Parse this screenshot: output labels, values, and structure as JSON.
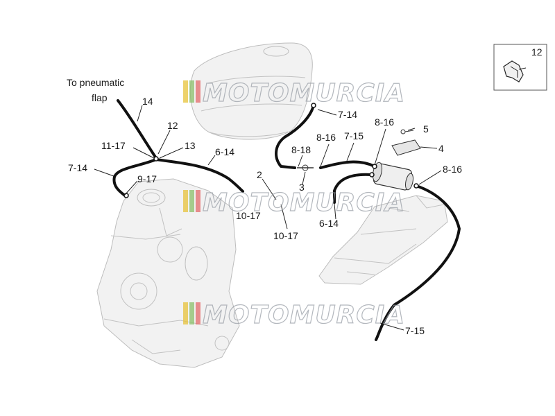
{
  "labels": {
    "pneumatic_line1": "To pneumatic",
    "pneumatic_line2": "flap",
    "l14": "14",
    "l12a": "12",
    "l11_17": "11-17",
    "l13": "13",
    "l7_14_left": "7-14",
    "l9_17": "9-17",
    "l6_14_top": "6-14",
    "l7_14_top": "7-14",
    "l8_16_a": "8-16",
    "l7_15_top": "7-15",
    "l8_16_b": "8-16",
    "l8_18": "8-18",
    "l5": "5",
    "l4": "4",
    "l2": "2",
    "l3": "3",
    "l8_16_c": "8-16",
    "l10_17_a": "10-17",
    "l10_17_b": "10-17",
    "l6_14_mid": "6-14",
    "l7_15_bottom": "7-15",
    "inset_number": "12"
  },
  "watermark": {
    "text": "MOTOMURCIA",
    "colors": [
      "#e8c33a",
      "#8cc06a",
      "#e46a6a"
    ]
  },
  "colors": {
    "hose": "#111111",
    "sketch": "#c2c2c2"
  }
}
